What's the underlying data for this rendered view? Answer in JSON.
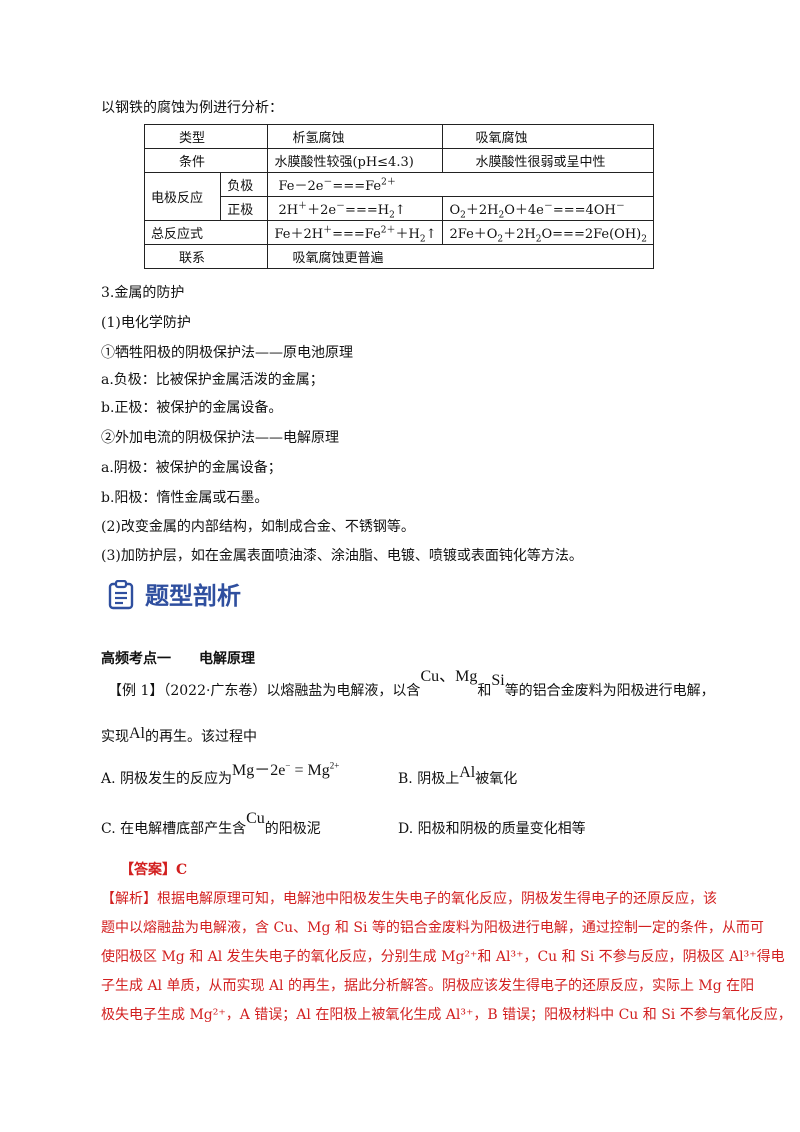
{
  "intro": "以钢铁的腐蚀为例进行分析：",
  "table": {
    "header": [
      "类型",
      "析氢腐蚀",
      "吸氧腐蚀"
    ],
    "condition_label": "条件",
    "condition_h": "水膜酸性较强(pH≤4.3)",
    "condition_o": "水膜酸性很弱或呈中性",
    "electrode_label": "电极反应",
    "neg_label": "负极",
    "neg_eq": "Fe－2e",
    "neg_eq_sup1": "－",
    "neg_eq_mid": "===Fe",
    "neg_eq_sup2": "2＋",
    "pos_label": "正极",
    "pos_h_a": "2H",
    "pos_h_sup1": "＋",
    "pos_h_b": "＋2e",
    "pos_h_sup2": "－",
    "pos_h_c": "===H",
    "pos_h_sub": "2",
    "pos_h_d": "↑",
    "pos_o_a": "O",
    "pos_o_sub1": "2",
    "pos_o_b": "＋2H",
    "pos_o_sub2": "2",
    "pos_o_c": "O＋4e",
    "pos_o_sup": "－",
    "pos_o_d": "===4OH",
    "pos_o_sup2": "－",
    "total_label": "总反应式",
    "total_h_a": "Fe＋2H",
    "total_h_sup1": "＋",
    "total_h_b": "===Fe",
    "total_h_sup2": "2＋",
    "total_h_c": "＋H",
    "total_h_sub": "2",
    "total_h_d": "↑",
    "total_o_a": "2Fe＋O",
    "total_o_sub1": "2",
    "total_o_b": "＋2H",
    "total_o_sub2": "2",
    "total_o_c": "O===2Fe(OH)",
    "total_o_sub3": "2",
    "link_label": "联系",
    "link_value": "吸氧腐蚀更普遍"
  },
  "lines": [
    "3.金属的防护",
    "(1)电化学防护",
    "①牺牲阳极的阴极保护法——原电池原理",
    "a.负极：比被保护金属活泼的金属；",
    "b.正极：被保护的金属设备。",
    "②外加电流的阴极保护法——电解原理",
    "a.阴极：被保护的金属设备；",
    "b.阳极：惰性金属或石墨。",
    "(2)改变金属的内部结构，如制成合金、不锈钢等。",
    "(3)加防护层，如在金属表面喷油漆、涂油脂、电镀、喷镀或表面钝化等方法。"
  ],
  "section_title": "题型剖析",
  "topic": "高频考点一　　电解原理",
  "example": {
    "prefix": "【例 1】（2022·广东卷）以熔融盐为电解液，以含",
    "cu_mg": "Cu、Mg",
    "he": "和",
    "si": "Si",
    "suffix": "等的铝合金废料为阳极进行电解，",
    "line2_a": "实现",
    "al": "Al",
    "line2_b": "的再生。该过程中"
  },
  "options": {
    "a_label": "A. 阴极发生的反应为",
    "a_formula": "Mg－2e",
    "a_formula_sup1": "−",
    "a_formula_eq": " = Mg",
    "a_formula_sup2": "2+",
    "b_label": "B. 阴极上",
    "b_al": "Al",
    "b_tail": "被氧化",
    "c_label": "C. 在电解槽底部产生含",
    "c_cu": "Cu",
    "c_tail": "的阳极泥",
    "d_label": "D. 阳极和阴极的质量变化相等"
  },
  "answer": "【答案】C",
  "analysis_lines": [
    "【解析】根据电解原理可知，电解池中阳极发生失电子的氧化反应，阴极发生得电子的还原反应，该",
    "题中以熔融盐为电解液，含 Cu、Mg 和 Si 等的铝合金废料为阳极进行电解，通过控制一定的条件，从而可",
    "使阳极区 Mg 和 Al 发生失电子的氧化反应，分别生成 Mg²⁺和 Al³⁺，Cu 和 Si 不参与反应，阴极区 Al³⁺得电",
    "子生成 Al 单质，从而实现 Al 的再生，据此分析解答。阴极应该发生得电子的还原反应，实际上 Mg 在阳",
    "极失电子生成 Mg²⁺，A 错误；Al 在阳极上被氧化生成 Al³⁺，B 错误；阳极材料中 Cu 和 Si 不参与氧化反应，"
  ],
  "colors": {
    "heading": "#2f4f9f",
    "answer": "#d21f1f"
  }
}
